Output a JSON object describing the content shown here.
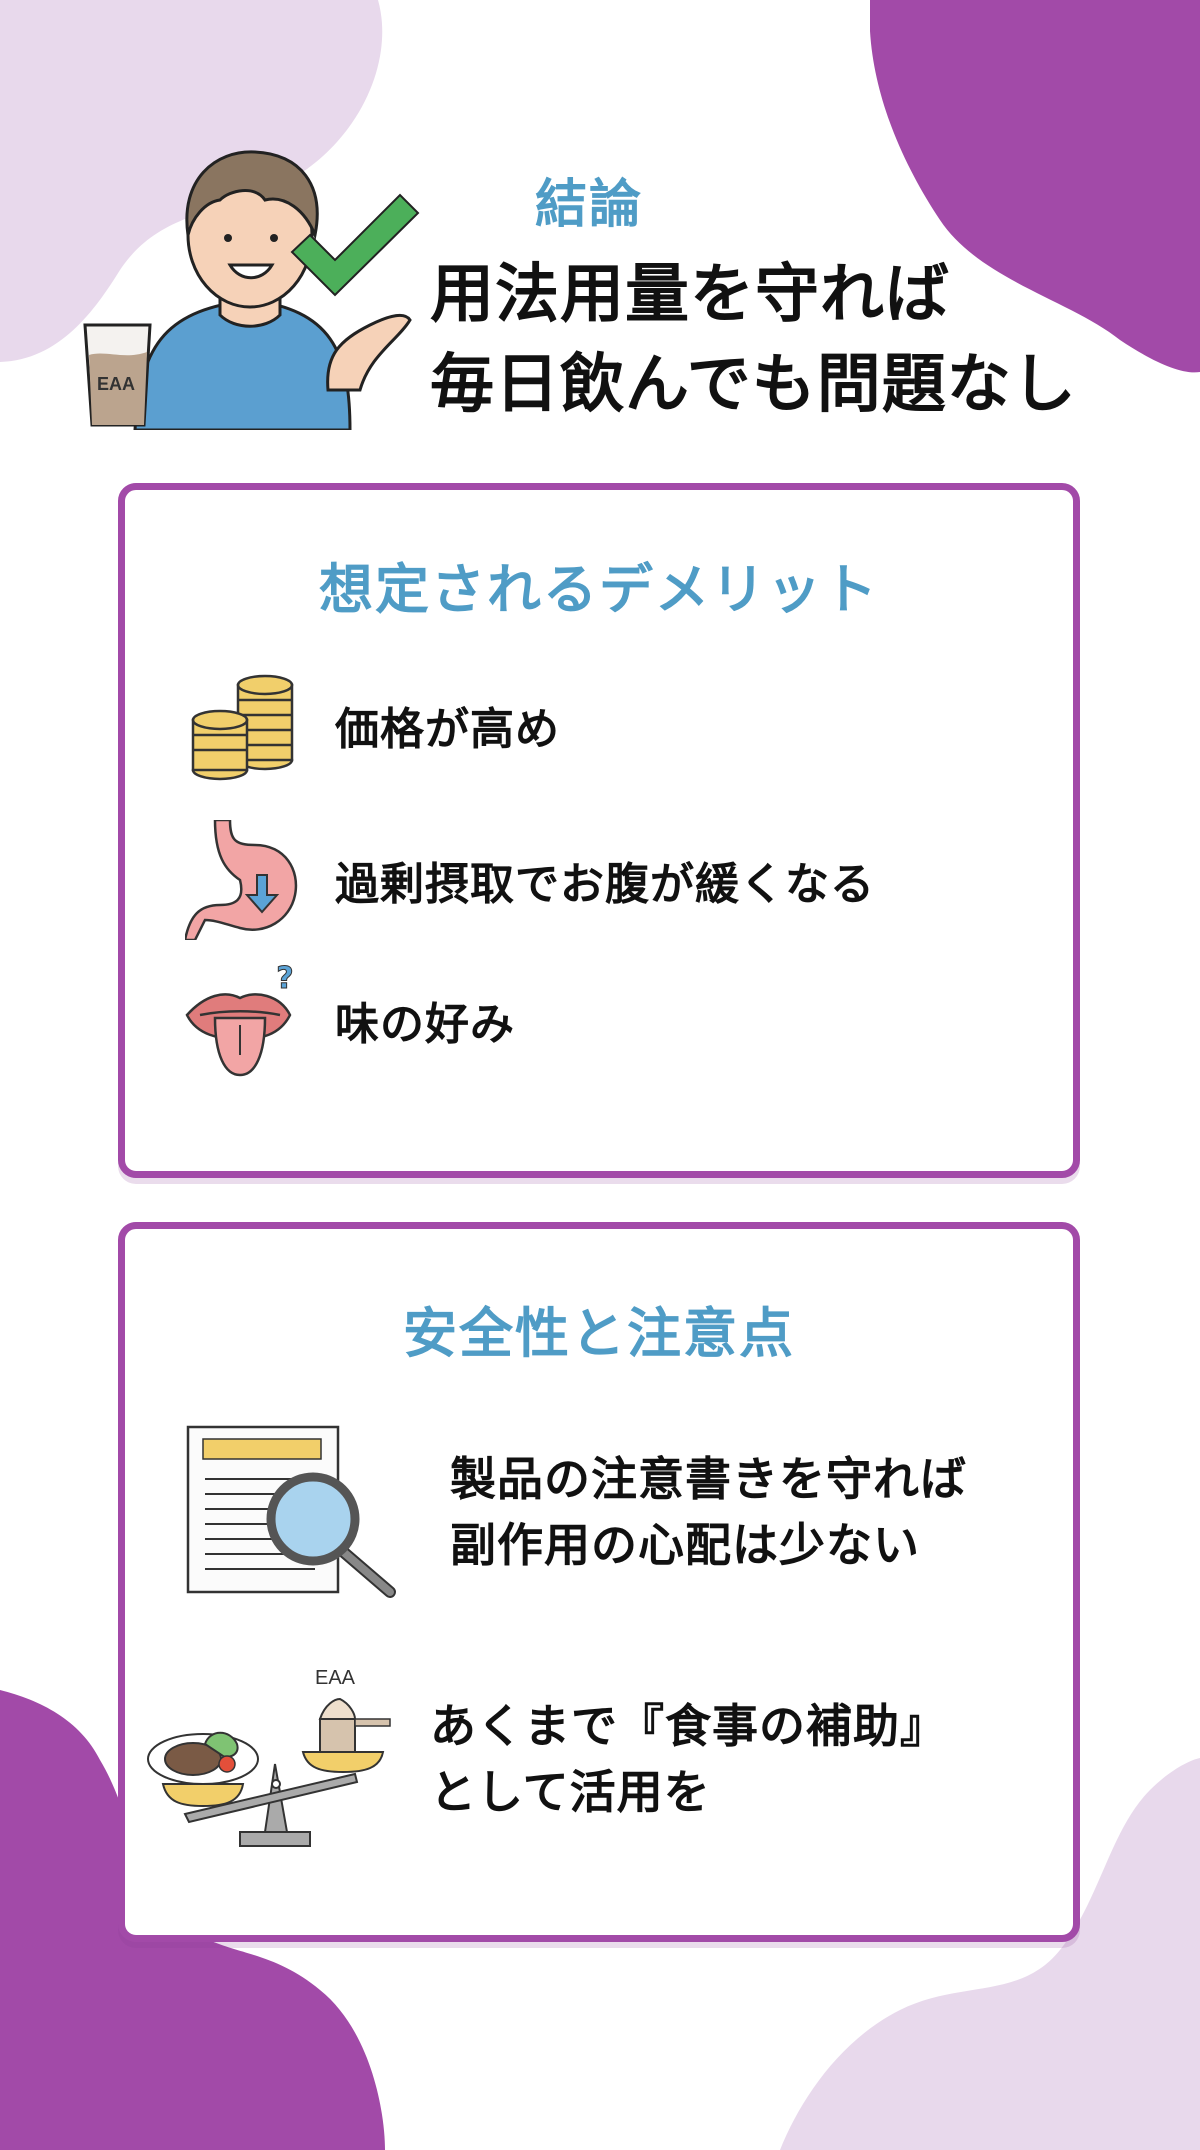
{
  "colors": {
    "accent_purple": "#a24aa8",
    "light_purple": "#e8d9ec",
    "heading_blue": "#4f9cc6",
    "text_dark": "#111111",
    "check_green": "#4caf5a"
  },
  "hero": {
    "label": "結論",
    "title_line1": "用法用量を守れば",
    "title_line2": "毎日飲んでも問題なし",
    "illustration": {
      "glass_label": "EAA",
      "icons": [
        "person-icon",
        "eaa-glass-icon",
        "checkmark-icon"
      ]
    }
  },
  "demerits": {
    "title": "想定されるデメリット",
    "items": [
      {
        "icon": "coins-icon",
        "text": "価格が高め"
      },
      {
        "icon": "stomach-icon",
        "text": "過剰摂取でお腹が緩くなる"
      },
      {
        "icon": "tongue-icon",
        "text": "味の好み"
      }
    ]
  },
  "safety": {
    "title": "安全性と注意点",
    "items": [
      {
        "icon": "document-magnifier-icon",
        "line1": "製品の注意書きを守れば",
        "line2": "副作用の心配は少ない"
      },
      {
        "icon": "balance-scale-icon",
        "icon_label": "EAA",
        "line1": "あくまで『食事の補助』",
        "line2": "として活用を"
      }
    ]
  }
}
